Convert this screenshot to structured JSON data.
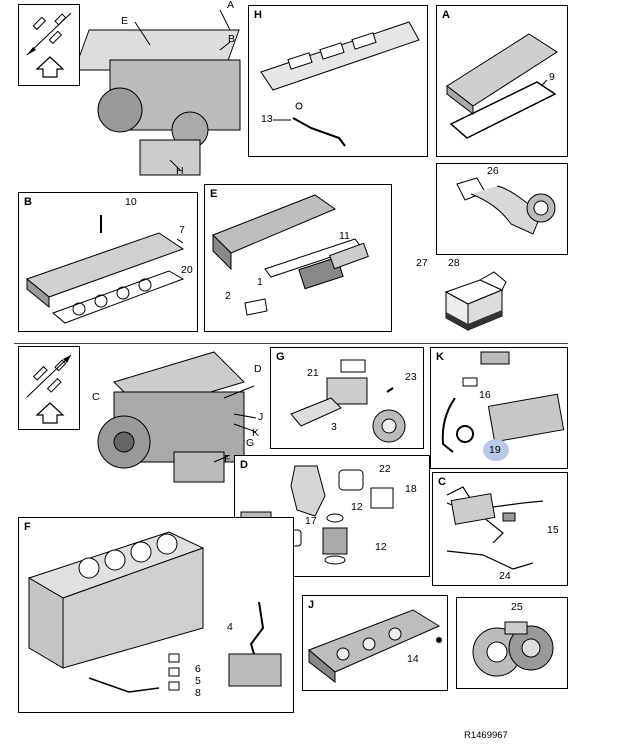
{
  "panels": {
    "H": {
      "letter": "H",
      "parts": [
        "13"
      ]
    },
    "A": {
      "letter": "A",
      "parts": [
        "9"
      ]
    },
    "B": {
      "letter": "B",
      "parts": [
        "10",
        "7",
        "20"
      ]
    },
    "E": {
      "letter": "E",
      "parts": [
        "11",
        "1",
        "2"
      ]
    },
    "G": {
      "letter": "G",
      "parts": [
        "21",
        "23",
        "3"
      ]
    },
    "K": {
      "letter": "K",
      "parts": [
        "16",
        "19"
      ]
    },
    "D": {
      "letter": "D",
      "parts": [
        "22",
        "18",
        "17",
        "12",
        "12"
      ]
    },
    "C": {
      "letter": "C",
      "parts": [
        "15",
        "24"
      ]
    },
    "F": {
      "letter": "F",
      "parts": [
        "4",
        "6",
        "5",
        "8"
      ]
    },
    "J": {
      "letter": "J",
      "parts": [
        "14"
      ]
    }
  },
  "engine_top_callouts": [
    "A",
    "B",
    "E",
    "H"
  ],
  "engine_bottom_callouts": [
    "C",
    "D",
    "J",
    "K",
    "G",
    "F"
  ],
  "loose_parts": {
    "turbo_label": "25",
    "box_label_a": "27",
    "box_label_b": "28",
    "elbow_label": "26"
  },
  "highlight": {
    "label": "19",
    "color": "#b9c8e6"
  },
  "reference": "R1469967"
}
